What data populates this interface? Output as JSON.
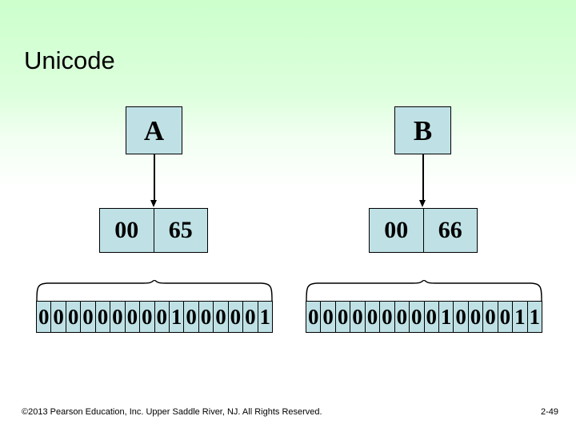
{
  "slide": {
    "title": "Unicode",
    "background_top_color": "#ccffcc",
    "background_bottom_color": "#ffffff",
    "box_fill_color": "#bfe1e5",
    "box_border_color": "#000000"
  },
  "diagram": {
    "groups": [
      {
        "id": "a",
        "character": "A",
        "code_bytes": [
          "00",
          "65"
        ],
        "bits": [
          "0",
          "0",
          "0",
          "0",
          "0",
          "0",
          "0",
          "0",
          "0",
          "1",
          "0",
          "0",
          "0",
          "0",
          "0",
          "1"
        ]
      },
      {
        "id": "b",
        "character": "B",
        "code_bytes": [
          "00",
          "66"
        ],
        "bits": [
          "0",
          "0",
          "0",
          "0",
          "0",
          "0",
          "0",
          "0",
          "0",
          "1",
          "0",
          "0",
          "0",
          "0",
          "1",
          "1"
        ]
      }
    ]
  },
  "footer": {
    "copyright": "©2013 Pearson Education, Inc. Upper Saddle River, NJ. All Rights Reserved.",
    "page_number": "2-49"
  }
}
